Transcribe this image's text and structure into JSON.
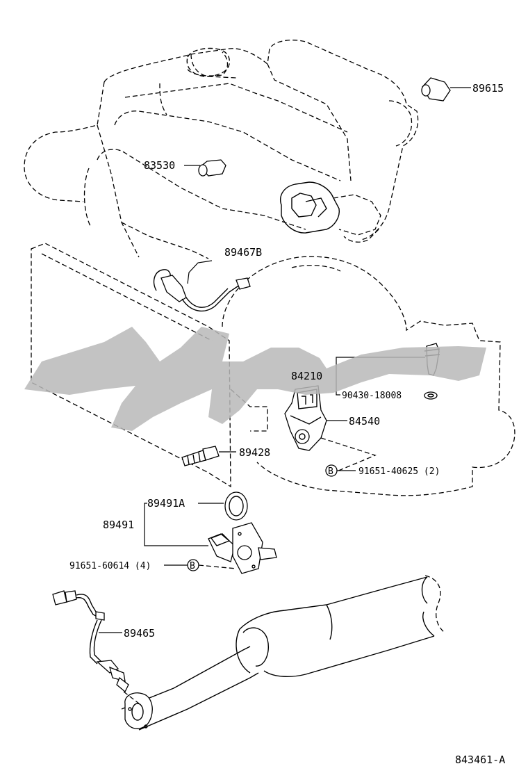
{
  "diagram_code": "843461-A",
  "watermark_color": "#b9b9b9",
  "callouts": {
    "p89615": "89615",
    "p83530": "83530",
    "p89467B": "89467B",
    "p84210": "84210",
    "p90430": "90430-18008",
    "p84540": "84540",
    "p89428": "89428",
    "p91651_40625": "91651-40625 (2)",
    "p89491A": "89491A",
    "p89491": "89491",
    "p91651_60614": "91651-60614 (4)",
    "p89465": "89465",
    "ref_b1": "B",
    "ref_b2": "B"
  }
}
